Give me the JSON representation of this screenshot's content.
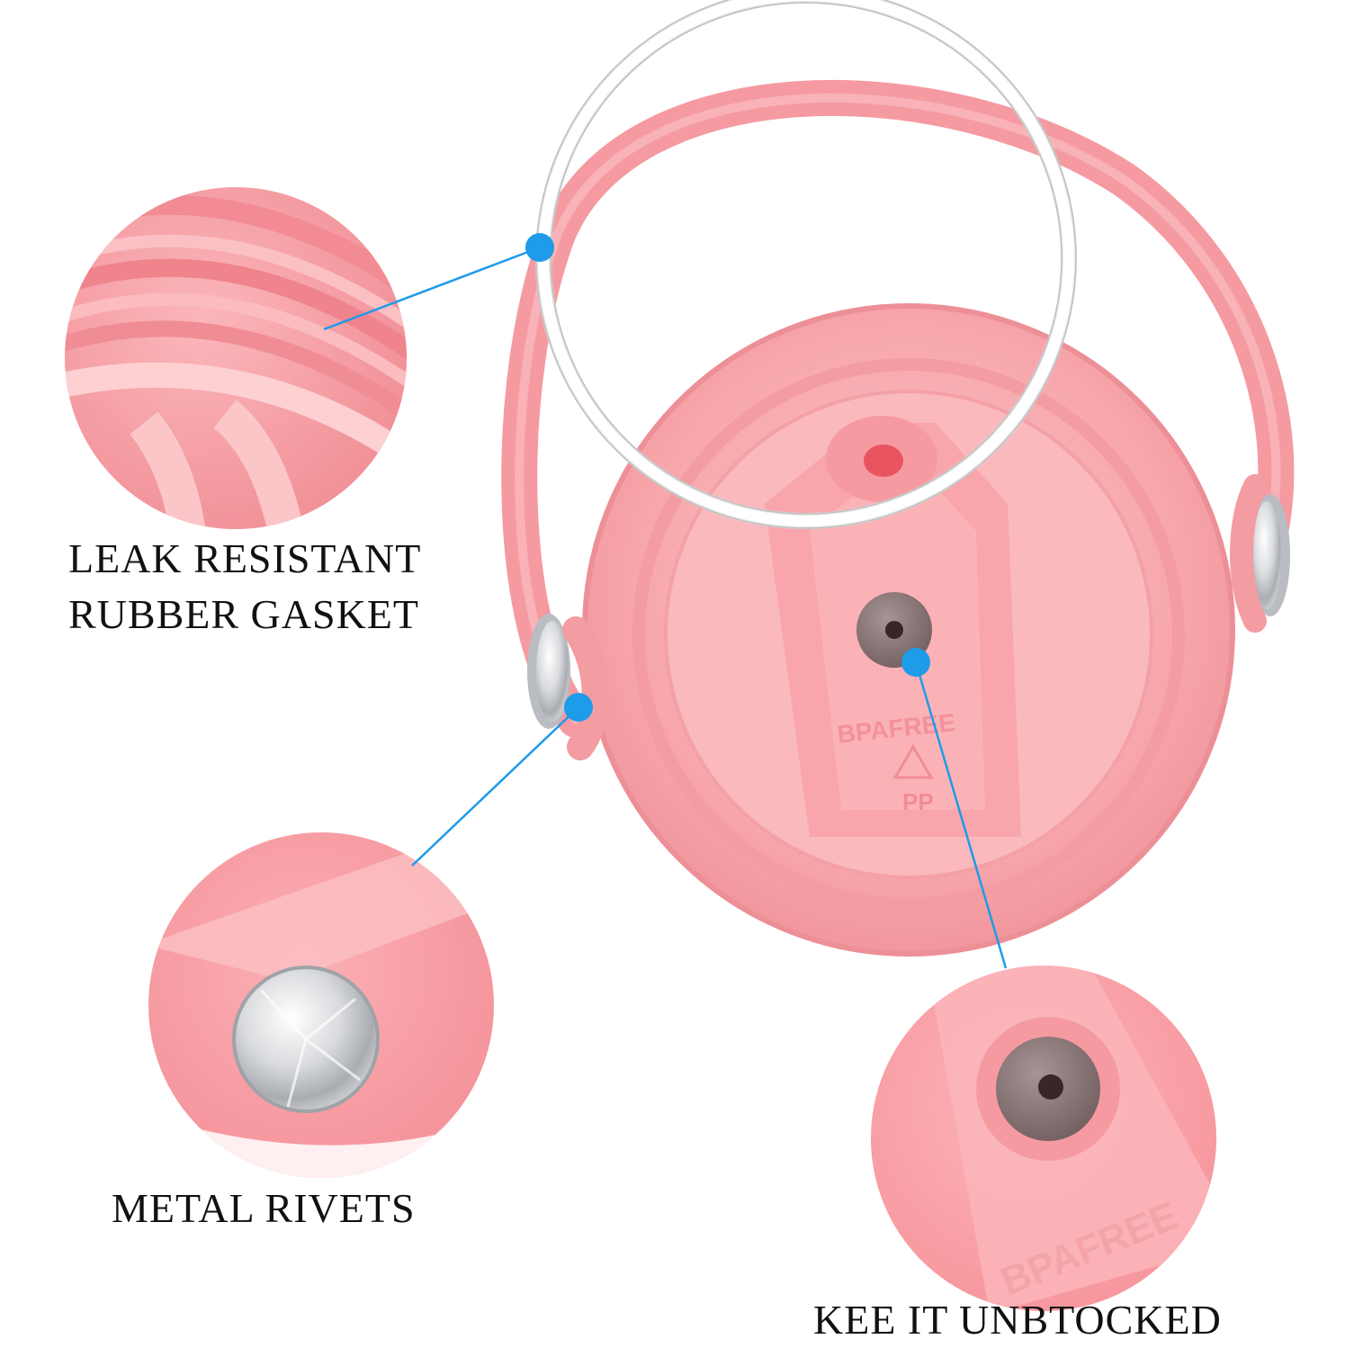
{
  "features": {
    "gasket": {
      "label_lines": [
        "LEAK RESISTANT",
        "RUBBER GASKET"
      ]
    },
    "rivets": {
      "label": "METAL RIVETS"
    },
    "vent": {
      "label": "KEE IT UNBTOCKED"
    }
  },
  "lid": {
    "emboss_material": "BPAFREE",
    "emboss_recycle": "PP",
    "emboss_vent_zoom": "BPAFREE"
  },
  "colors": {
    "lid_pink": "#f7a3a9",
    "lid_light": "#fbc4c7",
    "lid_dark": "#ea8a91",
    "gasket_ring": "#ffffff",
    "callout_blue": "#1e9be9",
    "vent_plug": "#8a7676",
    "metal": "#cfd1d4"
  },
  "icons": {
    "recycle": "recycle-icon",
    "callout_dot": "callout-dot-icon"
  }
}
